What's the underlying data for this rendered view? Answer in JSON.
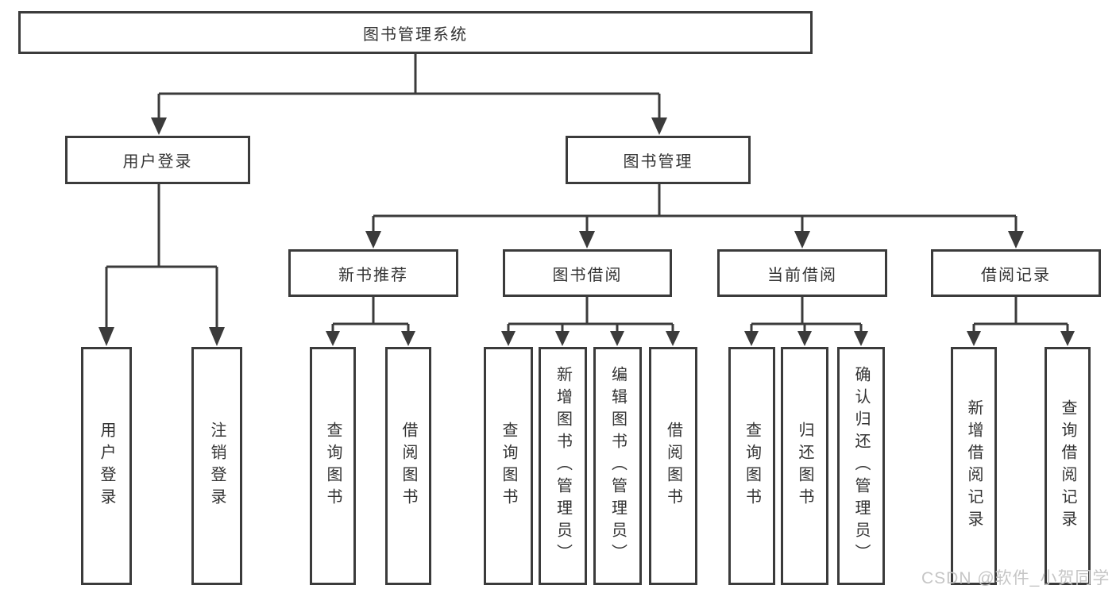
{
  "tree": {
    "root": "图书管理系统",
    "children": [
      {
        "label": "用户登录",
        "children": [
          {
            "label": "用户登录"
          },
          {
            "label": "注销登录"
          }
        ]
      },
      {
        "label": "图书管理",
        "children": [
          {
            "label": "新书推荐",
            "children": [
              {
                "label": "查询图书"
              },
              {
                "label": "借阅图书"
              }
            ]
          },
          {
            "label": "图书借阅",
            "children": [
              {
                "label": "查询图书"
              },
              {
                "label": "新增图书（管理员）"
              },
              {
                "label": "编辑图书（管理员）"
              },
              {
                "label": "借阅图书"
              }
            ]
          },
          {
            "label": "当前借阅",
            "children": [
              {
                "label": "查询图书"
              },
              {
                "label": "归还图书"
              },
              {
                "label": "确认归还（管理员）"
              }
            ]
          },
          {
            "label": "借阅记录",
            "children": [
              {
                "label": "新增借阅记录"
              },
              {
                "label": "查询借阅记录"
              }
            ]
          }
        ]
      }
    ]
  },
  "watermark": {
    "text": "CSDN @软件_小贺同学"
  },
  "colors": {
    "line": "#3b3b3b",
    "text": "#333333",
    "watermark": "#c6c6c6",
    "background": "#ffffff"
  }
}
